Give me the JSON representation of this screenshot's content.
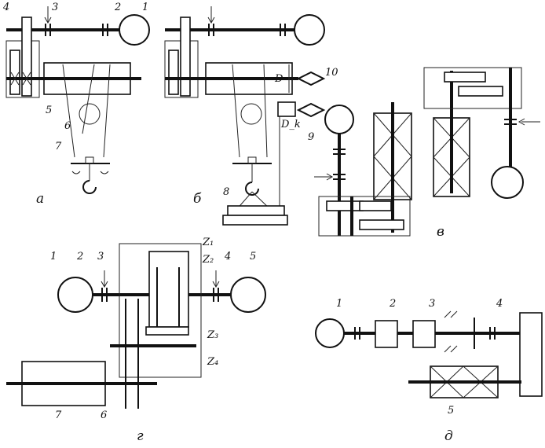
{
  "panel_a": {
    "caption": "а",
    "labels": {
      "motor": "1",
      "coupling": "2",
      "brake": "3",
      "gearbox": "4",
      "drum": "5",
      "rope": "6",
      "hook": "7"
    }
  },
  "panel_b": {
    "caption": "б",
    "labels": {
      "load": "8",
      "sensor": "9",
      "pulley": "10",
      "diameter": "D",
      "diameter_k": "D_k"
    }
  },
  "panel_v": {
    "caption": "в"
  },
  "panel_g": {
    "caption": "г",
    "labels": {
      "motor_left": "1",
      "brake_left": "2",
      "shaft": "3",
      "brake_right": "4",
      "motor_right": "5",
      "gear_shaft": "6",
      "drum": "7",
      "z1": "Z₁",
      "z2": "Z₂",
      "z3": "Z₃",
      "z4": "Z₄"
    }
  },
  "panel_d": {
    "caption": "д",
    "labels": {
      "motor": "1",
      "box_a": "2",
      "box_b": "3",
      "gear_housing": "4",
      "drum": "5"
    }
  }
}
